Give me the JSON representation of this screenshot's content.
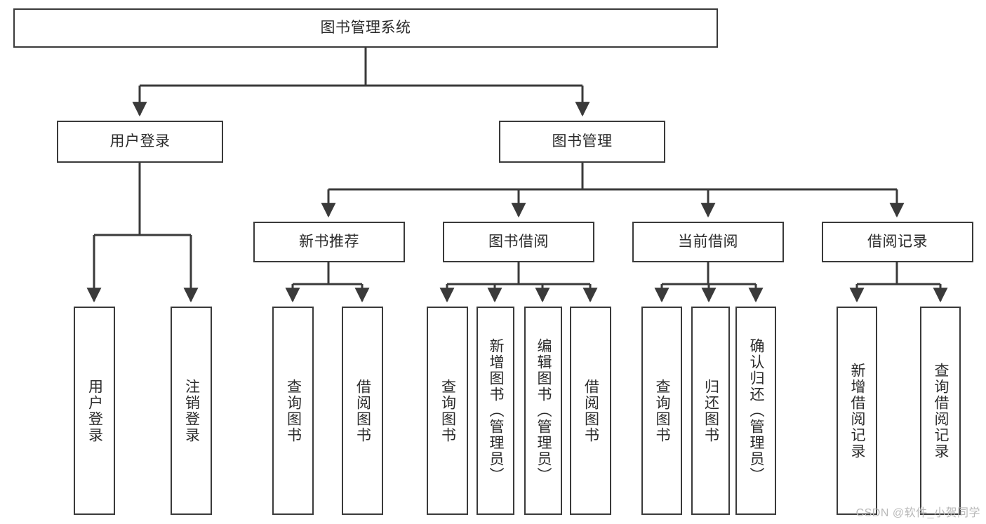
{
  "diagram": {
    "title": "图书管理系统",
    "watermark": "CSDN @软件_小贺同学",
    "stroke_color": "#3a3a3a",
    "background_color": "#ffffff",
    "nodes": {
      "root": {
        "label": "图书管理系统"
      },
      "level2": [
        {
          "key": "user-login",
          "label": "用户登录"
        },
        {
          "key": "book-management",
          "label": "图书管理"
        }
      ],
      "level3": [
        {
          "key": "new-book-recommend",
          "label": "新书推荐"
        },
        {
          "key": "book-borrow",
          "label": "图书借阅"
        },
        {
          "key": "current-borrow",
          "label": "当前借阅"
        },
        {
          "key": "borrow-record",
          "label": "借阅记录"
        }
      ],
      "leaves": [
        {
          "key": "user-login-leaf",
          "label": "用户登录"
        },
        {
          "key": "logout-leaf",
          "label": "注销登录"
        },
        {
          "key": "query-book-recommend",
          "label": "查询图书"
        },
        {
          "key": "borrow-book-recommend",
          "label": "借阅图书"
        },
        {
          "key": "query-book-borrow",
          "label": "查询图书"
        },
        {
          "key": "add-book-admin",
          "label": "新增图书（管理员）"
        },
        {
          "key": "edit-book-admin",
          "label": "编辑图书（管理员）"
        },
        {
          "key": "borrow-book",
          "label": "借阅图书"
        },
        {
          "key": "query-book-current",
          "label": "查询图书"
        },
        {
          "key": "return-book",
          "label": "归还图书"
        },
        {
          "key": "confirm-return-admin",
          "label": "确认归还（管理员）"
        },
        {
          "key": "add-borrow-record",
          "label": "新增借阅记录"
        },
        {
          "key": "query-borrow-record",
          "label": "查询借阅记录"
        }
      ]
    }
  }
}
